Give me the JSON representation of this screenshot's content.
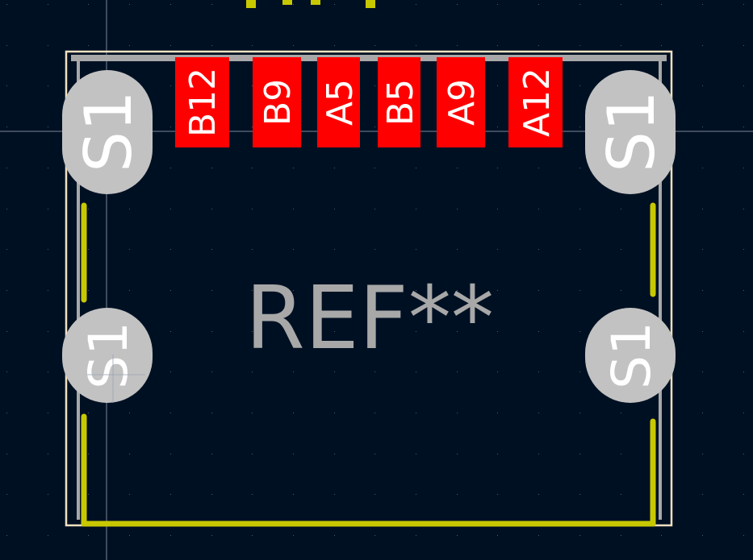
{
  "board": {
    "reference": "REF**",
    "top_reference_fragment": "REF"
  },
  "pads": [
    {
      "label": "B12"
    },
    {
      "label": "B9"
    },
    {
      "label": "A5"
    },
    {
      "label": "B5"
    },
    {
      "label": "A9"
    },
    {
      "label": "A12"
    }
  ],
  "shield_pads": [
    {
      "label": "S1"
    },
    {
      "label": "S1"
    },
    {
      "label": "S1"
    },
    {
      "label": "S1"
    }
  ],
  "colors": {
    "background": "#001023",
    "pad_smd": "#ff0000",
    "pad_tht": "#c2c2c2",
    "silkscreen": "#c8c800",
    "courtyard": "#f2e0c0",
    "fab_text": "#a8a8a8"
  }
}
